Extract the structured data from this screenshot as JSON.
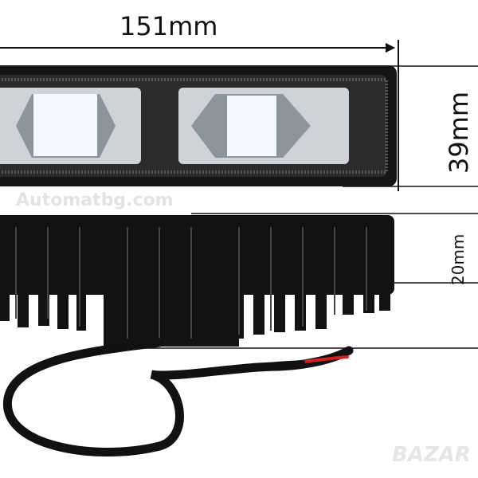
{
  "dimensions": {
    "width_label": "151mm",
    "height_label": "39mm",
    "depth_label": "20mm"
  },
  "watermarks": {
    "site": "Automatbg.com",
    "brand": "BAZAR"
  },
  "colors": {
    "body": "#111111",
    "led": "#e8f0ff",
    "wire_red": "#d22020"
  }
}
